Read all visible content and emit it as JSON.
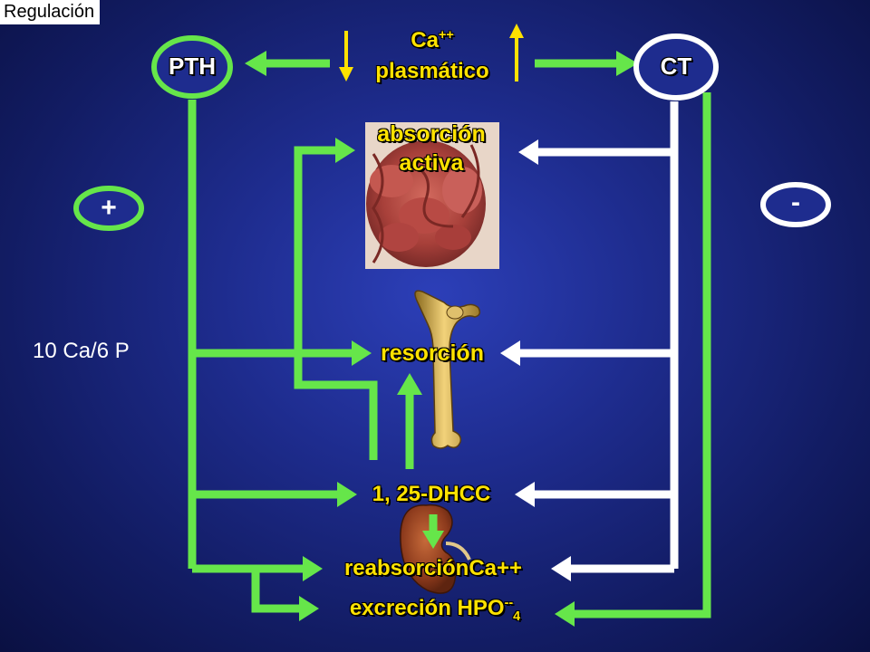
{
  "slide_title": "Regulación",
  "calcium": {
    "line1": "Ca",
    "sup": "++",
    "line2": "plasmático"
  },
  "pth_label": "PTH",
  "ct_label": "CT",
  "plus_sign": "+",
  "minus_sign": "-",
  "absorcion": {
    "line1": "absorción",
    "line2": "activa"
  },
  "resorcion": "resorción",
  "dhcc": "1, 25-DHCC",
  "reabsorcion": "reabsorciónCa++",
  "excrecion": {
    "text": "excreción HPO",
    "sup": "--",
    "sub": "4"
  },
  "ratio": "10 Ca/6 P",
  "colors": {
    "green": "#66e64a",
    "white": "#ffffff",
    "yellow": "#ffe200",
    "background": "#1e2c8e"
  }
}
